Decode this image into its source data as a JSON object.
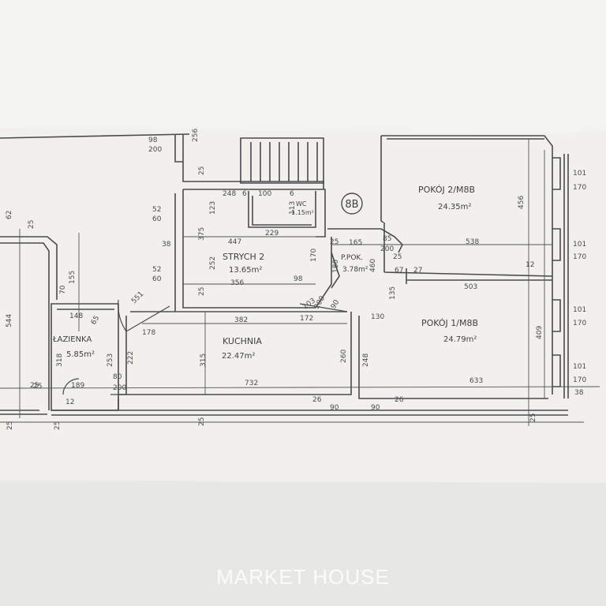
{
  "plan": {
    "rooms": [
      {
        "key": "pokoj2",
        "name": "POKÓJ 2/M8B",
        "area": "24.35m²"
      },
      {
        "key": "pokoj1",
        "name": "POKÓJ 1/M8B",
        "area": "24.79m²"
      },
      {
        "key": "kuchnia",
        "name": "KUCHNIA",
        "area": "22.47m²"
      },
      {
        "key": "strych",
        "name": "STRYCH 2",
        "area": "13.65m²"
      },
      {
        "key": "lazienka",
        "name": "ŁAZIENKA",
        "area": "5.85m²"
      },
      {
        "key": "ppok",
        "name": "P.POK.",
        "area": "3.78m²"
      },
      {
        "key": "wc",
        "name": "WC",
        "area": "1.15m²"
      }
    ],
    "unit_badge": "8B",
    "dimensions": [
      "98",
      "200",
      "256",
      "25",
      "248",
      "6",
      "100",
      "6",
      "123",
      "113",
      "229",
      "447",
      "375",
      "252",
      "25",
      "356",
      "98",
      "52",
      "60",
      "38",
      "52",
      "60",
      "170",
      "165",
      "25",
      "85",
      "200",
      "538",
      "25",
      "180",
      "460",
      "67",
      "27",
      "503",
      "456",
      "12",
      "135",
      "409",
      "103",
      "200",
      "90",
      "130",
      "172",
      "382",
      "178",
      "551",
      "155",
      "148",
      "65",
      "318",
      "253",
      "222",
      "80",
      "200",
      "189",
      "25",
      "12",
      "732",
      "26",
      "90",
      "90",
      "26",
      "633",
      "315",
      "260",
      "248",
      "101",
      "170",
      "101",
      "170",
      "101",
      "170",
      "101",
      "170",
      "38",
      "62",
      "25",
      "544",
      "70",
      "25",
      "25",
      "25",
      "25",
      "25"
    ]
  },
  "watermark": "MARKET HOUSE",
  "colors": {
    "paper": "#f1f0ec",
    "ink": "#4a4a4e",
    "background": "#e9e9e7"
  }
}
